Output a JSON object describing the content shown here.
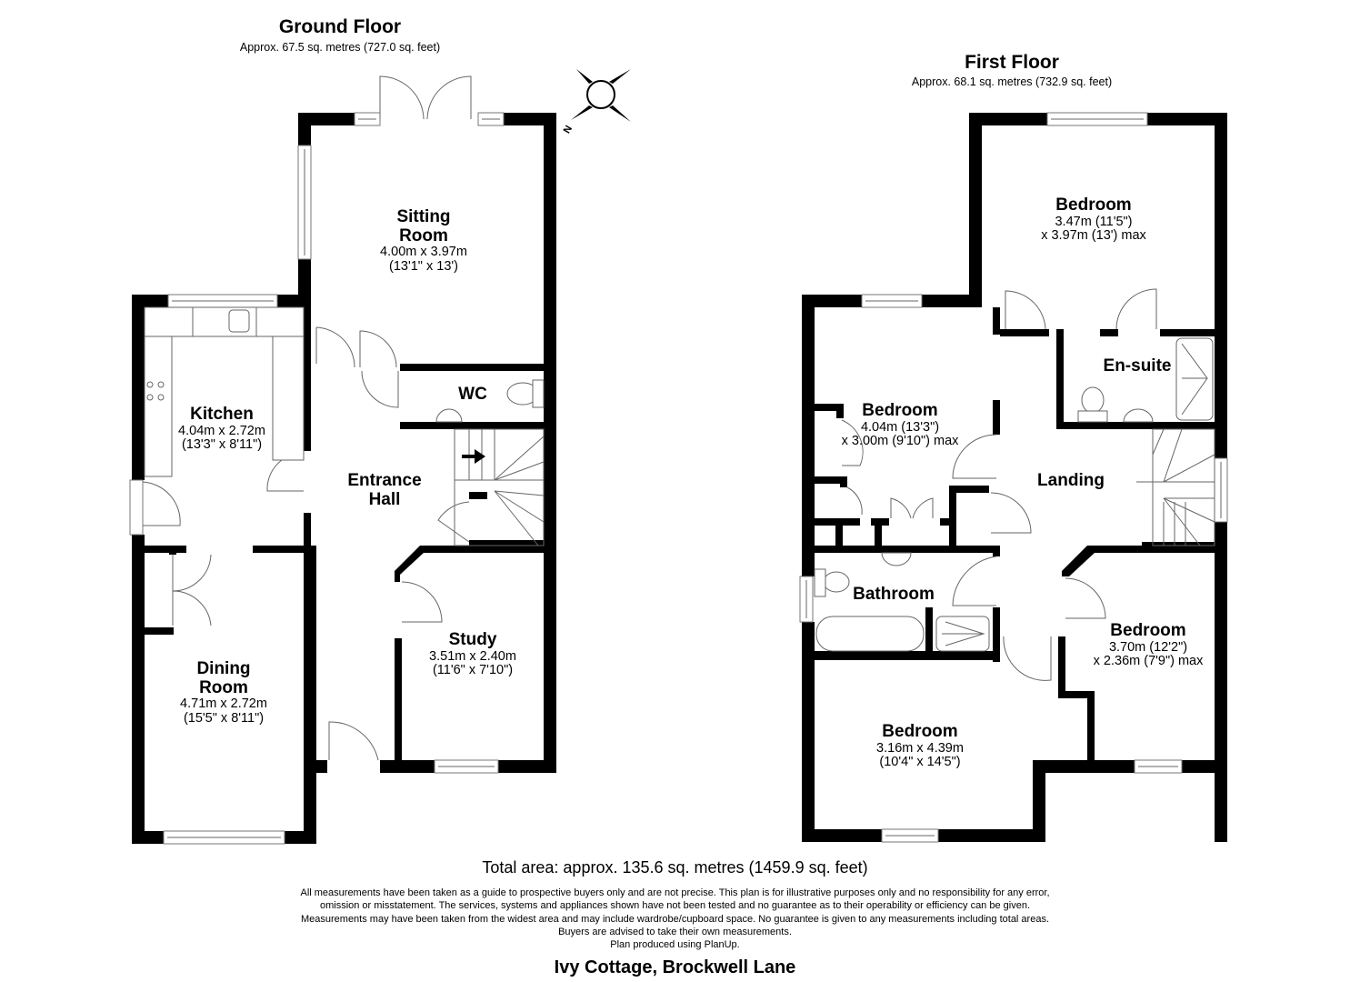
{
  "ground_floor": {
    "title": "Ground Floor",
    "area": "Approx. 67.5 sq. metres (727.0 sq. feet)",
    "rooms": [
      {
        "name": "Sitting Room",
        "name_lines": [
          "Sitting",
          "Room"
        ],
        "dims": [
          "4.00m x 3.97m",
          "(13'1\" x 13')"
        ]
      },
      {
        "name": "Kitchen",
        "name_lines": [
          "Kitchen"
        ],
        "dims": [
          "4.04m x 2.72m",
          "(13'3\" x 8'11\")"
        ]
      },
      {
        "name": "WC",
        "name_lines": [
          "WC"
        ],
        "dims": []
      },
      {
        "name": "Entrance Hall",
        "name_lines": [
          "Entrance",
          "Hall"
        ],
        "dims": []
      },
      {
        "name": "Dining Room",
        "name_lines": [
          "Dining",
          "Room"
        ],
        "dims": [
          "4.71m x 2.72m",
          "(15'5\" x 8'11\")"
        ]
      },
      {
        "name": "Study",
        "name_lines": [
          "Study"
        ],
        "dims": [
          "3.51m x 2.40m",
          "(11'6\" x 7'10\")"
        ]
      }
    ]
  },
  "first_floor": {
    "title": "First Floor",
    "area": "Approx. 68.1 sq. metres (732.9 sq. feet)",
    "rooms": [
      {
        "name": "Bedroom",
        "name_lines": [
          "Bedroom"
        ],
        "dims": [
          "3.47m (11'5\")",
          "x 3.97m (13') max"
        ]
      },
      {
        "name": "En-suite",
        "name_lines": [
          "En-suite"
        ],
        "dims": []
      },
      {
        "name": "Bedroom",
        "name_lines": [
          "Bedroom"
        ],
        "dims": [
          "4.04m (13'3\")",
          "x 3.00m (9'10\") max"
        ]
      },
      {
        "name": "Landing",
        "name_lines": [
          "Landing"
        ],
        "dims": []
      },
      {
        "name": "Bathroom",
        "name_lines": [
          "Bathroom"
        ],
        "dims": []
      },
      {
        "name": "Bedroom",
        "name_lines": [
          "Bedroom"
        ],
        "dims": [
          "3.70m (12'2\")",
          "x 2.36m (7'9\") max"
        ]
      },
      {
        "name": "Bedroom",
        "name_lines": [
          "Bedroom"
        ],
        "dims": [
          "3.16m x 4.39m",
          "(10'4\" x 14'5\")"
        ]
      }
    ]
  },
  "compass": {
    "label": "N"
  },
  "footer": {
    "total_area": "Total area: approx. 135.6 sq. metres (1459.9 sq. feet)",
    "disclaimer": [
      "All measurements have been taken as a guide to prospective buyers only and are not precise. This plan is for illustrative purposes only and no responsibility for any error,",
      "omission or misstatement. The services, systems and appliances shown have not been tested and no guarantee as to their operability or efficiency can be given.",
      "Measurements may have been taken from the widest area and may include wardrobe/cupboard space. No guarantee is given to any measurements including total areas.",
      "Buyers are advised to take their own measurements.",
      "Plan produced using PlanUp."
    ],
    "address": "Ivy Cottage, Brockwell Lane"
  },
  "colors": {
    "wall": "#000000",
    "fixture_line": "#666666",
    "background": "#ffffff"
  }
}
